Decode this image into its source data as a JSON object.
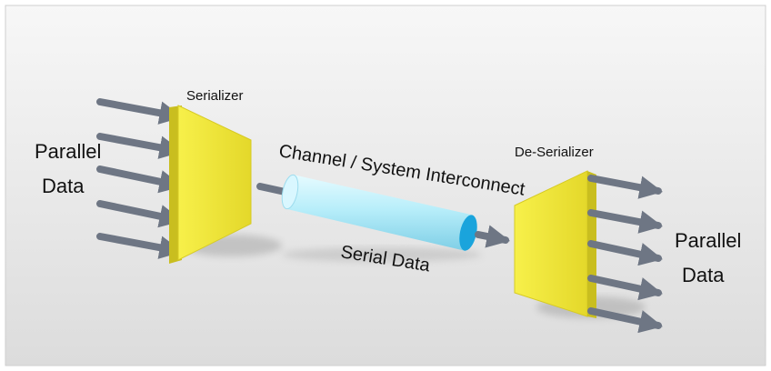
{
  "diagram": {
    "serializer_label": "Serializer",
    "deserializer_label": "De-Serializer",
    "channel_label": "Channel / System Interconnect",
    "serial_label": "Serial Data",
    "input_label": {
      "line1": "Parallel",
      "line2": "Data"
    },
    "output_label": {
      "line1": "Parallel",
      "line2": "Data"
    }
  },
  "colors": {
    "block": "#f2ea3a",
    "arrow": "#6e7684",
    "cable": "#a8e6f4",
    "cable_end": "#1aa4dc"
  }
}
